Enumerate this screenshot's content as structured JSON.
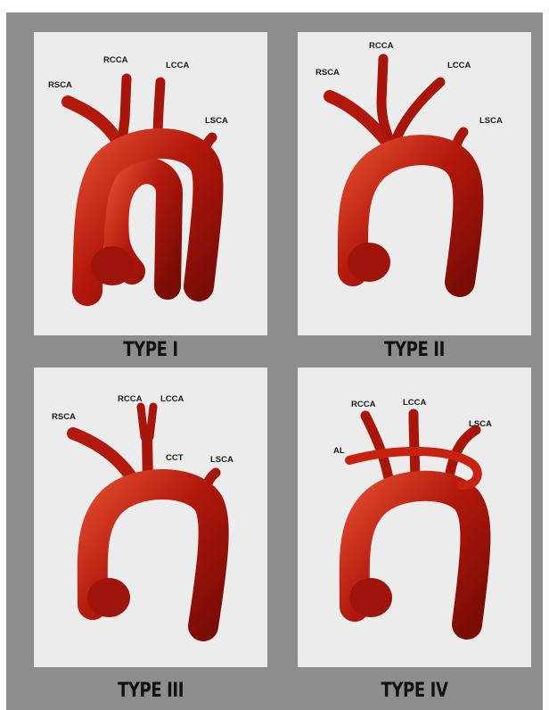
{
  "panels": [
    {
      "caption": "TYPE I",
      "labels": {
        "rsca": "RSCA",
        "rcca": "RCCA",
        "lcca": "LCCA",
        "lsca": "LSCA"
      }
    },
    {
      "caption": "TYPE II",
      "labels": {
        "rsca": "RSCA",
        "rcca": "RCCA",
        "lcca": "LCCA",
        "lsca": "LSCA"
      }
    },
    {
      "caption": "TYPE III",
      "labels": {
        "rsca": "RSCA",
        "rcca": "RCCA",
        "lcca": "LCCA",
        "cct": "CCT",
        "lsca": "LSCA"
      }
    },
    {
      "caption": "TYPE IV",
      "labels": {
        "al": "AL",
        "rcca": "RCCA",
        "lcca": "LCCA",
        "lsca": "LSCA"
      }
    }
  ],
  "colors": {
    "frame": "#8d8d8d",
    "panel": "#ececec",
    "vessel_dark": "#7a0c06",
    "vessel_mid": "#b3180c",
    "vessel_light": "#e0482d"
  }
}
